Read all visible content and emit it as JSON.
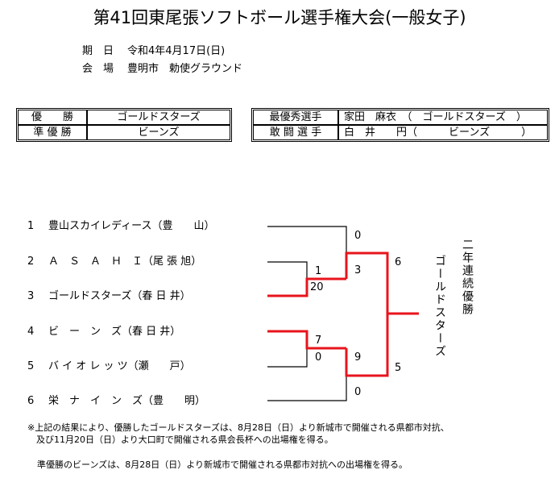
{
  "title": "第41回東尾張ソフトボール選手権大会(一般女子)",
  "period": {
    "label": "期　日",
    "value": "令和4年4月17日(日)"
  },
  "venue": {
    "label": "会　場",
    "value": "豊明市　勅使グラウンド"
  },
  "results_left": [
    {
      "label": "優　　勝",
      "value": "ゴールドスターズ"
    },
    {
      "label": "準 優 勝",
      "value": "ビーンズ"
    }
  ],
  "results_right": [
    {
      "label": "最優秀選手",
      "value": "家田　麻衣　（　ゴールドスターズ　）"
    },
    {
      "label": "敢 闘 選 手",
      "value": "白　井　　円（　　　ビーンズ　　　）"
    }
  ],
  "teams": [
    {
      "num": "1",
      "name": "豊山スカイレディース（豊　　山）"
    },
    {
      "num": "2",
      "name": "Ａ　Ｓ　Ａ　Ｈ　Ｉ（尾 張 旭）"
    },
    {
      "num": "3",
      "name": "ゴールドスターズ（春 日 井）"
    },
    {
      "num": "4",
      "name": "ビ　ー　ン　ズ（春 日 井）"
    },
    {
      "num": "5",
      "name": "バ イ オ レ ッ ツ（瀬　　戸）"
    },
    {
      "num": "6",
      "name": "栄　ナ　イ　ン　ズ（豊　　明）"
    }
  ],
  "scores": {
    "r1a_top": "1",
    "r1a_bottom": "20",
    "r1b_top": "7",
    "r1b_bottom": "0",
    "sf_a_top": "0",
    "sf_a_bottom": "3",
    "sf_b_top": "9",
    "sf_b_bottom": "0",
    "final_top": "6",
    "final_bottom": "5"
  },
  "champion_label": "ゴールドスターズ",
  "champion_note": "二年連続優勝",
  "notes": [
    "※上記の結果により、優勝したゴールドスターズは、8月28日（日）より新城市で開催される県都市対抗、",
    "　及び11月20日（日）より大口町で開催される県会長杯への出場権を得る。",
    "準優勝のビーンズは、8月28日（日）より新城市で開催される県都市対抗への出場権を得る。"
  ],
  "colors": {
    "win_line": "#e8141c",
    "line": "#000000"
  }
}
